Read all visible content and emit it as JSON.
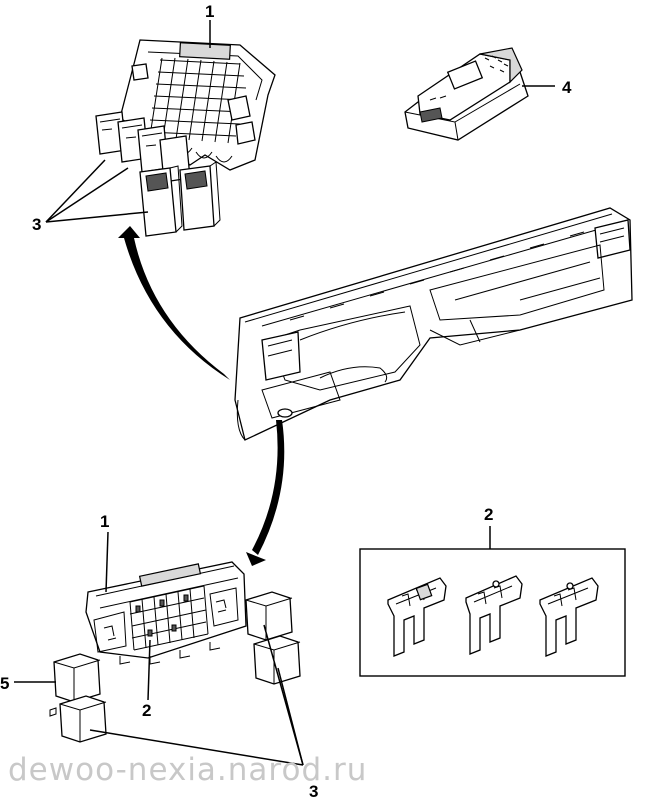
{
  "callouts": {
    "c1_top": "1",
    "c3_top": "3",
    "c4": "4",
    "c1_bottom": "1",
    "c2_bottom": "2",
    "c2_fuses": "2",
    "c5": "5",
    "c3_bottom": "3"
  },
  "watermark": "dewoo-nexia.narod.ru",
  "colors": {
    "ink": "#000000",
    "watermark": "#c8c8c8",
    "fill_gray": "#d9d9d9"
  }
}
